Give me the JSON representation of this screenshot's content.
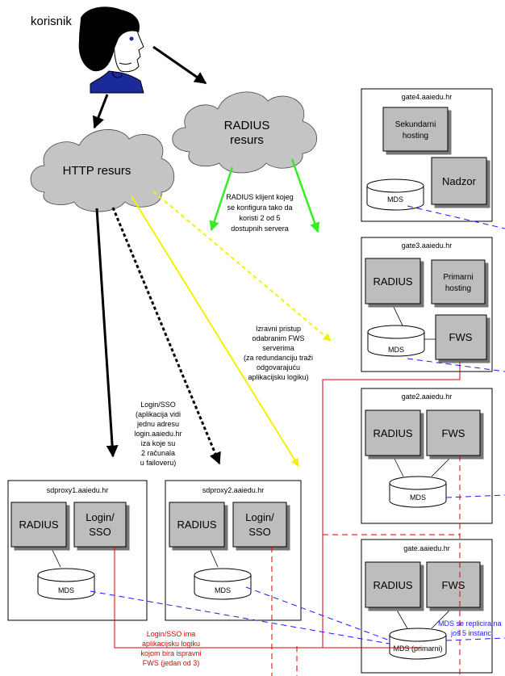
{
  "user_label": "korisnik",
  "clouds": {
    "radius": {
      "line1": "RADIUS",
      "line2": "resurs"
    },
    "http": {
      "label": "HTTP resurs"
    }
  },
  "radius_note": [
    "RADIUS klijent kojeg",
    "se konfigura tako da",
    "koristi 2 od 5",
    "dostupnih servera"
  ],
  "direct_note": [
    "Izravni pristup",
    "odabranim FWS",
    "serverima",
    "(za redundanciju traži",
    "odgovarajuću",
    "aplikacijsku logiku)"
  ],
  "login_note": [
    "Login/SSO",
    "(aplikacija vidi",
    "jednu adresu",
    "login.aaiedu.hr",
    "iza koje su",
    "2  računala",
    "u failoveru)"
  ],
  "sso_logic_note": [
    "Login/SSO ima",
    "aplikacijsku logiku",
    "kojom bira ispravni",
    "FWS (jedan od 3)"
  ],
  "replication_note": [
    "MDS se replicira na",
    "još 5 instanci"
  ],
  "servers": {
    "gate4": {
      "title": "gate4.aaiedu.hr",
      "box1": [
        "Sekundarni",
        "hosting"
      ],
      "box2": "Nadzor",
      "mds": "MDS"
    },
    "gate3": {
      "title": "gate3.aaiedu.hr",
      "box1": "RADIUS",
      "box2": [
        "Primarni",
        "hosting"
      ],
      "box3": "FWS",
      "mds": "MDS"
    },
    "gate2": {
      "title": "gate2.aaiedu.hr",
      "box1": "RADIUS",
      "box2": "FWS",
      "mds": "MDS"
    },
    "gate": {
      "title": "gate.aaiedu.hr",
      "box1": "RADIUS",
      "box2": "FWS",
      "mds": "MDS (primarni)"
    },
    "sdproxy1": {
      "title": "sdproxy1.aaiedu.hr",
      "box1": "RADIUS",
      "box2": [
        "Login/",
        "SSO"
      ],
      "mds": "MDS"
    },
    "sdproxy2": {
      "title": "sdproxy2.aaiedu.hr",
      "box1": "RADIUS",
      "box2": [
        "Login/",
        "SSO"
      ],
      "mds": "MDS"
    }
  },
  "colors": {
    "black_arrow": "#000000",
    "green_arrow": "#33ee22",
    "yellow_arrow": "#f2f200",
    "red_link": "#e00000",
    "blue_link": "#1a1aff",
    "service_box": "#bdbdbd",
    "cloud": "#c4c4c4"
  }
}
